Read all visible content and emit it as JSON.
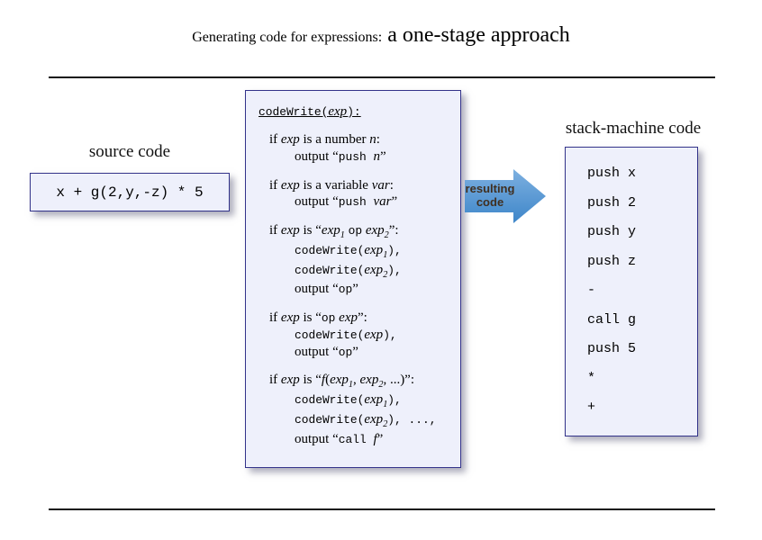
{
  "colors": {
    "box_fill": "#eef0fb",
    "box_border": "#33338a",
    "arrow_blue": "#4f93d2",
    "arrow_text": "#402f20"
  },
  "title": {
    "main": "Generating code for expressions:",
    "sub": " a one-stage approach"
  },
  "source": {
    "label": "source code",
    "code": "x + g(2,y,-z) * 5"
  },
  "arrow": {
    "line1": "resulting",
    "line2": "code"
  },
  "stack": {
    "label": "stack-machine code",
    "lines": [
      "push x",
      "push 2",
      "push y",
      "push z",
      "-",
      "call g",
      "push 5",
      "*",
      "+"
    ]
  },
  "algo": {
    "header": [
      {
        "t": "codeWrite(",
        "s": "m"
      },
      {
        "t": "exp",
        "s": "i"
      },
      {
        "t": "):",
        "s": "m"
      }
    ],
    "cases": [
      {
        "head": [
          {
            "t": "if ",
            "s": "r"
          },
          {
            "t": "exp",
            "s": "i"
          },
          {
            "t": " is a number ",
            "s": "r"
          },
          {
            "t": "n",
            "s": "i"
          },
          {
            "t": ":",
            "s": "r"
          }
        ],
        "body": [
          [
            {
              "t": "output “",
              "s": "r"
            },
            {
              "t": "push ",
              "s": "m"
            },
            {
              "t": "n",
              "s": "i"
            },
            {
              "t": "”",
              "s": "r"
            }
          ]
        ]
      },
      {
        "head": [
          {
            "t": "if ",
            "s": "r"
          },
          {
            "t": "exp",
            "s": "i"
          },
          {
            "t": " is a variable ",
            "s": "r"
          },
          {
            "t": "var",
            "s": "i"
          },
          {
            "t": ":",
            "s": "r"
          }
        ],
        "body": [
          [
            {
              "t": "output “",
              "s": "r"
            },
            {
              "t": "push ",
              "s": "m"
            },
            {
              "t": "var",
              "s": "i"
            },
            {
              "t": "”",
              "s": "r"
            }
          ]
        ]
      },
      {
        "head": [
          {
            "t": "if ",
            "s": "r"
          },
          {
            "t": "exp",
            "s": "i"
          },
          {
            "t": " is “",
            "s": "r"
          },
          {
            "t": "exp",
            "s": "i"
          },
          {
            "t": "1",
            "s": "i",
            "sub": true
          },
          {
            "t": " ",
            "s": "r"
          },
          {
            "t": "op",
            "s": "m"
          },
          {
            "t": " ",
            "s": "r"
          },
          {
            "t": "exp",
            "s": "i"
          },
          {
            "t": "2",
            "s": "i",
            "sub": true
          },
          {
            "t": "”:",
            "s": "r"
          }
        ],
        "body": [
          [
            {
              "t": "codeWrite(",
              "s": "m"
            },
            {
              "t": "exp",
              "s": "i"
            },
            {
              "t": "1",
              "s": "i",
              "sub": true
            },
            {
              "t": "),",
              "s": "m"
            }
          ],
          [
            {
              "t": "codeWrite(",
              "s": "m"
            },
            {
              "t": "exp",
              "s": "i"
            },
            {
              "t": "2",
              "s": "i",
              "sub": true
            },
            {
              "t": "),",
              "s": "m"
            }
          ],
          [
            {
              "t": "output “",
              "s": "r"
            },
            {
              "t": "op",
              "s": "m"
            },
            {
              "t": "”",
              "s": "r"
            }
          ]
        ]
      },
      {
        "head": [
          {
            "t": "if ",
            "s": "r"
          },
          {
            "t": "exp",
            "s": "i"
          },
          {
            "t": " is “",
            "s": "r"
          },
          {
            "t": "op",
            "s": "m"
          },
          {
            "t": " ",
            "s": "r"
          },
          {
            "t": "exp",
            "s": "i"
          },
          {
            "t": "”:",
            "s": "r"
          }
        ],
        "body": [
          [
            {
              "t": "codeWrite(",
              "s": "m"
            },
            {
              "t": "exp",
              "s": "i"
            },
            {
              "t": "),",
              "s": "m"
            }
          ],
          [
            {
              "t": "output “",
              "s": "r"
            },
            {
              "t": "op",
              "s": "m"
            },
            {
              "t": "”",
              "s": "r"
            }
          ]
        ]
      },
      {
        "head": [
          {
            "t": "if ",
            "s": "r"
          },
          {
            "t": "exp",
            "s": "i"
          },
          {
            "t": " is “",
            "s": "r"
          },
          {
            "t": "f",
            "s": "i"
          },
          {
            "t": "(",
            "s": "r"
          },
          {
            "t": "exp",
            "s": "i"
          },
          {
            "t": "1",
            "s": "i",
            "sub": true
          },
          {
            "t": ", ",
            "s": "r"
          },
          {
            "t": "exp",
            "s": "i"
          },
          {
            "t": "2",
            "s": "i",
            "sub": true
          },
          {
            "t": ", ...)”:",
            "s": "r"
          }
        ],
        "body": [
          [
            {
              "t": "codeWrite(",
              "s": "m"
            },
            {
              "t": "exp",
              "s": "i"
            },
            {
              "t": "1",
              "s": "i",
              "sub": true
            },
            {
              "t": "),",
              "s": "m"
            }
          ],
          [
            {
              "t": "codeWrite(",
              "s": "m"
            },
            {
              "t": "exp",
              "s": "i"
            },
            {
              "t": "2",
              "s": "i",
              "sub": true
            },
            {
              "t": "), ...,",
              "s": "m"
            }
          ],
          [
            {
              "t": "output “",
              "s": "r"
            },
            {
              "t": "call ",
              "s": "m"
            },
            {
              "t": "f",
              "s": "i"
            },
            {
              "t": "”",
              "s": "r"
            }
          ]
        ]
      }
    ]
  }
}
